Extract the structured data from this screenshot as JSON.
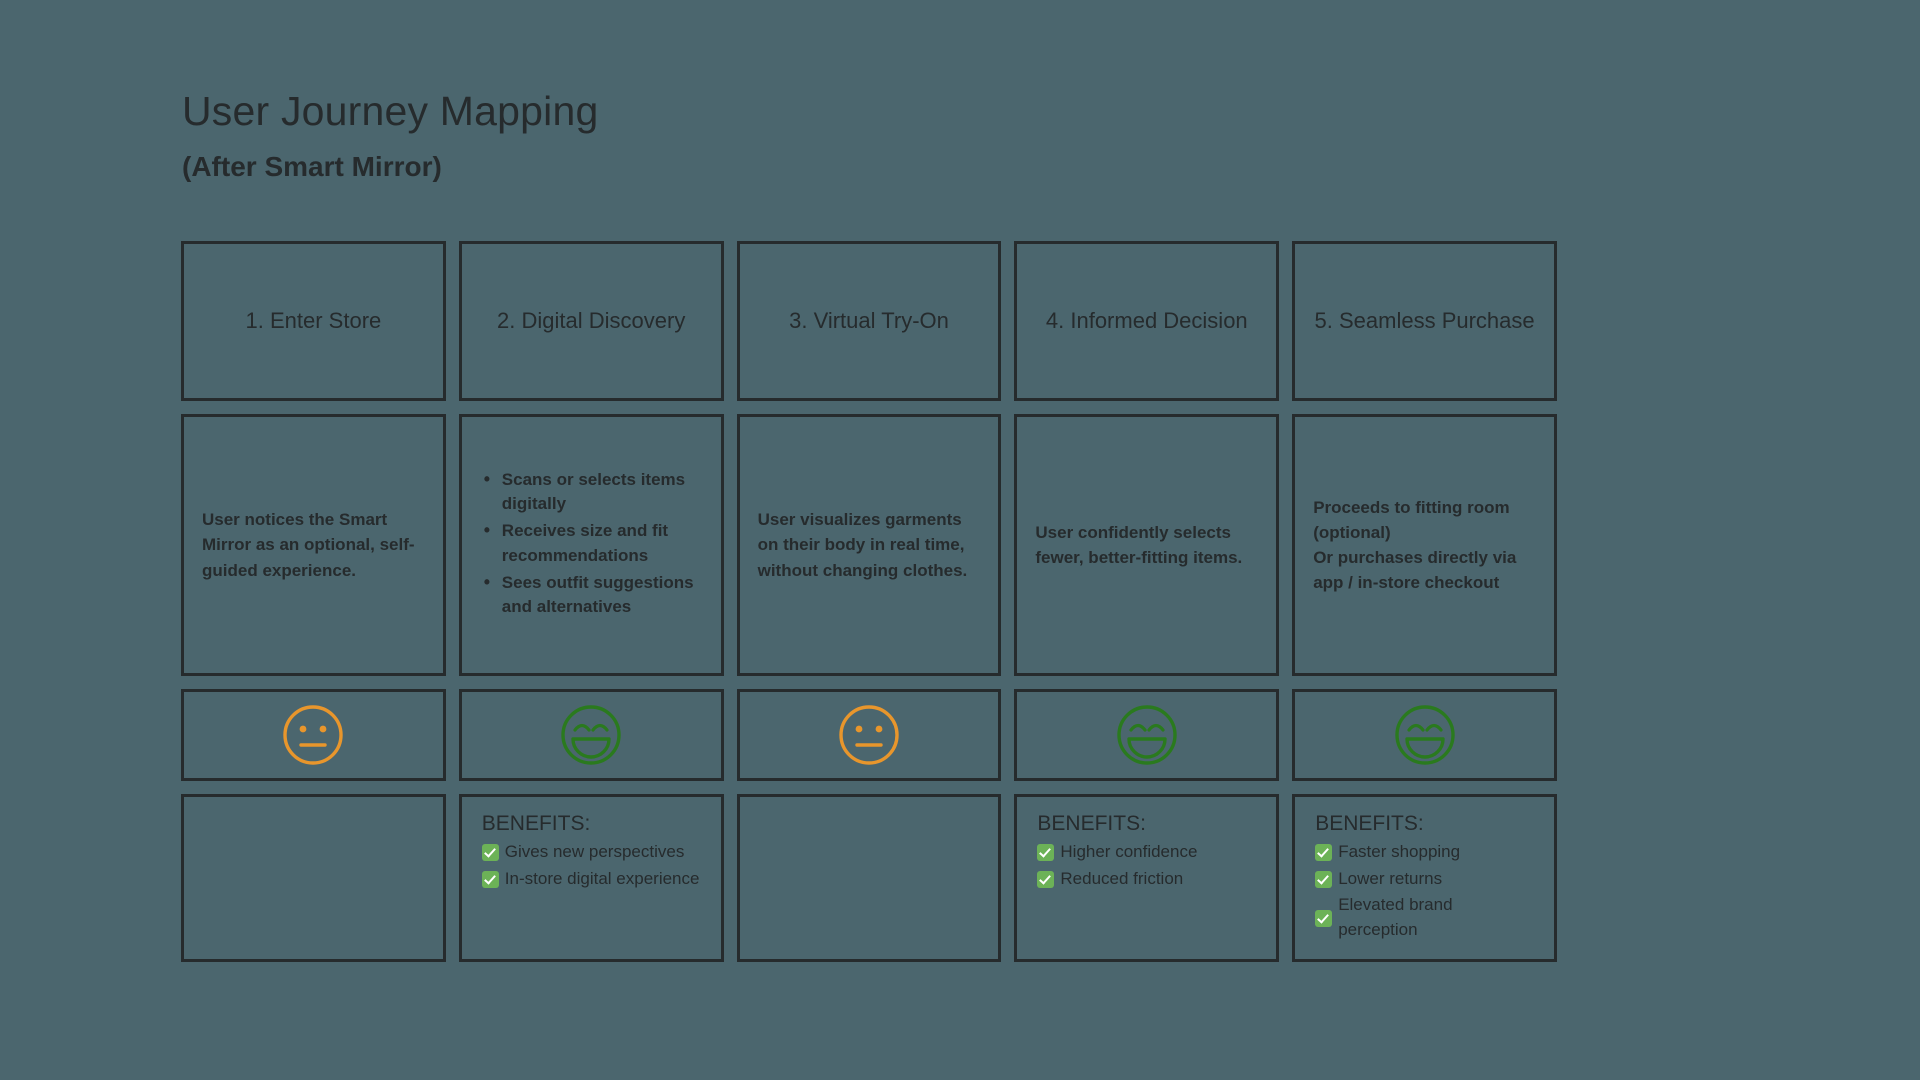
{
  "page": {
    "title": "User Journey Mapping",
    "subtitle": "(After Smart Mirror)",
    "background_color": "#4b666e",
    "ink_color": "#262b2d",
    "positive_color": "#2a7a1e",
    "neutral_color": "#e8962c",
    "check_color": "#6cb257"
  },
  "columns": [
    {
      "stage": "1. Enter Store",
      "description": "User notices the Smart Mirror as an optional, self-guided experience.",
      "description_bullets": [],
      "emotion": "neutral",
      "emotion_icon": "neutral-face-icon",
      "benefits_title": "",
      "benefits": []
    },
    {
      "stage": "2. Digital Discovery",
      "description": "",
      "description_bullets": [
        "Scans or selects items digitally",
        "Receives size and fit recommendations",
        "Sees outfit suggestions and alternatives"
      ],
      "emotion": "happy",
      "emotion_icon": "happy-face-icon",
      "benefits_title": "BENEFITS:",
      "benefits": [
        "Gives new perspectives",
        "In-store digital experience"
      ]
    },
    {
      "stage": "3. Virtual Try-On",
      "description": "User visualizes garments on their body in real time, without changing clothes.",
      "description_bullets": [],
      "emotion": "neutral",
      "emotion_icon": "neutral-face-icon",
      "benefits_title": "",
      "benefits": []
    },
    {
      "stage": "4. Informed Decision",
      "description": "User confidently selects fewer, better-fitting items.",
      "description_bullets": [],
      "emotion": "happy",
      "emotion_icon": "happy-face-icon",
      "benefits_title": "BENEFITS:",
      "benefits": [
        "Higher confidence",
        "Reduced friction"
      ]
    },
    {
      "stage": "5. Seamless Purchase",
      "description": "Proceeds to fitting room (optional)\nOr purchases directly via app / in-store checkout",
      "description_bullets": [],
      "emotion": "happy",
      "emotion_icon": "happy-face-icon",
      "benefits_title": "BENEFITS:",
      "benefits": [
        "Faster shopping",
        "Lower returns",
        "Elevated brand perception"
      ]
    }
  ]
}
